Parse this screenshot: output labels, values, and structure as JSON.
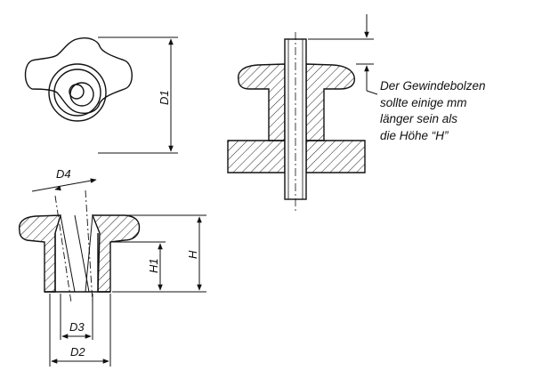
{
  "labels": {
    "d1": "D1",
    "d2": "D2",
    "d3": "D3",
    "d4": "D4",
    "h": "H",
    "h1": "H1"
  },
  "note": {
    "line1": "Der Gewindebolzen",
    "line2": "sollte einige mm",
    "line3": "länger sein als",
    "line4": "die Höhe “H”"
  },
  "colors": {
    "line": "#111111",
    "hatch": "#222222",
    "background": "#ffffff"
  }
}
